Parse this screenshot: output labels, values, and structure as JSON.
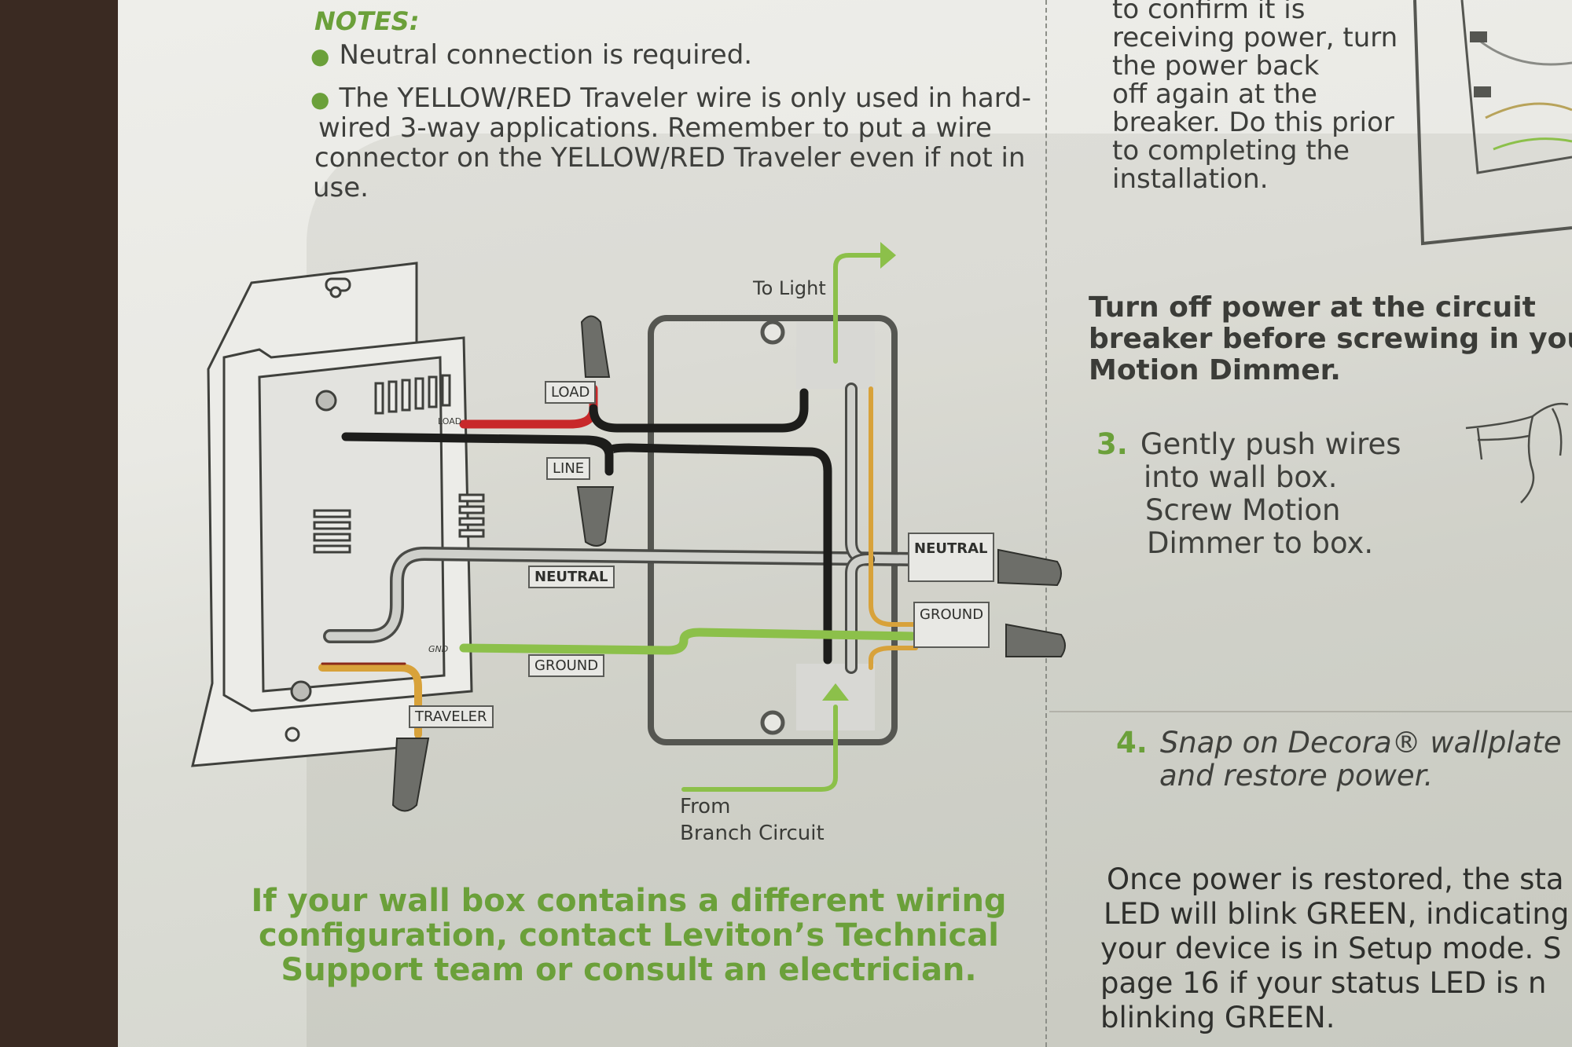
{
  "notes": {
    "title": "NOTES:",
    "items": [
      "Neutral connection is required.",
      "The YELLOW/RED Traveler wire is only used in hard-",
      "wired 3-way applications. Remember to put a wire",
      "connector on the YELLOW/RED Traveler even if not in",
      "use."
    ]
  },
  "right_column": {
    "confirm_lines": [
      "to confirm it is",
      "receiving power, turn",
      "the power back",
      "off again at the",
      "breaker. Do this prior",
      "to completing the",
      "installation."
    ],
    "warning_lines": [
      "Turn off power at the circuit",
      "breaker before screwing in your",
      "Motion Dimmer."
    ],
    "step3": {
      "number": "3.",
      "lines": [
        "Gently push wires",
        "into wall box.",
        "Screw Motion",
        "Dimmer to box."
      ]
    },
    "step4": {
      "number": "4.",
      "lines": [
        "Snap on Decora® wallplate",
        "and restore power."
      ]
    },
    "restore_lines": [
      "Once power is restored, the sta",
      "LED will blink GREEN, indicating",
      "your device is in Setup mode. S",
      "page 16 if your status LED is n",
      "blinking GREEN."
    ]
  },
  "diagram": {
    "to_light": "To Light",
    "from_branch": [
      "From",
      "Branch Circuit"
    ],
    "labels": {
      "load": "LOAD",
      "line": "LINE",
      "neutral_left": "NEUTRAL",
      "neutral_right": "NEUTRAL",
      "ground_left": "GROUND",
      "ground_right": "GROUND",
      "traveler": "TRAVELER",
      "device_load": "LOAD",
      "device_gnd": "GND"
    }
  },
  "bottom_note": [
    "If your wall box contains a different wiring",
    "configuration, contact Leviton’s Technical",
    "Support team or consult an electrician."
  ],
  "colors": {
    "accent_green": "#6ba03a",
    "wire_red": "#c8282a",
    "wire_black": "#1d1d1b",
    "wire_gray": "#c9cac5",
    "wire_yellow": "#d8a23a",
    "wire_green": "#8cc04a"
  }
}
